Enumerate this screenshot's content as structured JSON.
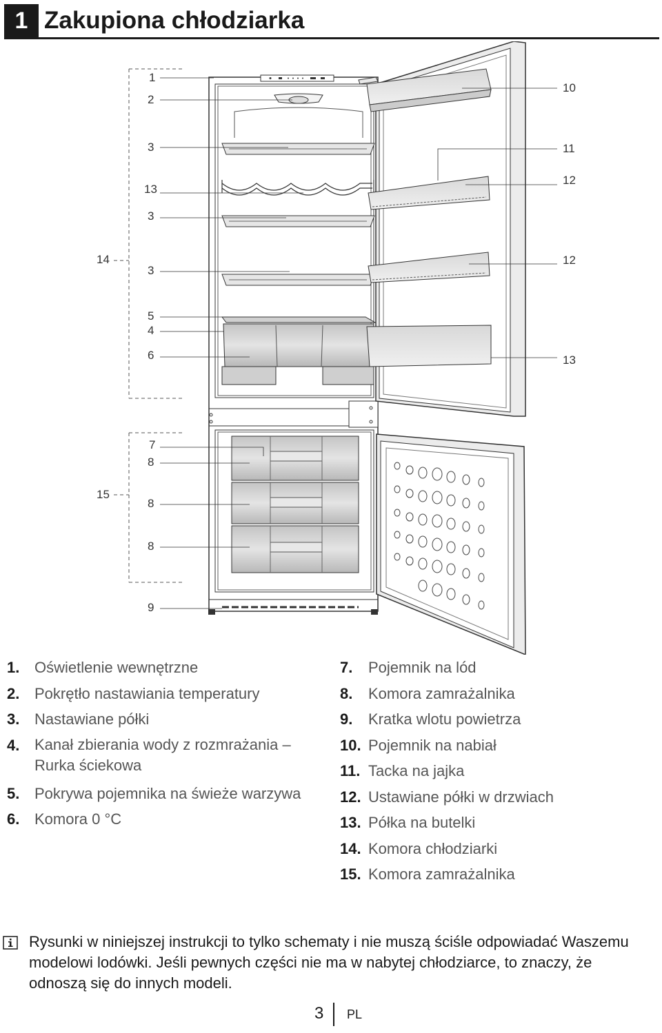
{
  "header": {
    "section_number": "1",
    "title": "Zakupiona chłodziarka"
  },
  "diagram": {
    "labels": {
      "l1": "1",
      "l2": "2",
      "l3a": "3",
      "l13a": "13",
      "l3b": "3",
      "l14": "14",
      "l3c": "3",
      "l5": "5",
      "l4": "4",
      "l6": "6",
      "l7": "7",
      "l8a": "8",
      "l15": "15",
      "l8b": "8",
      "l8c": "8",
      "l9": "9",
      "r10": "10",
      "r11": "11",
      "r12a": "12",
      "r12b": "12",
      "r13": "13"
    }
  },
  "parts_left": [
    {
      "num": "1.",
      "text": "Oświetlenie wewnętrzne"
    },
    {
      "num": "2.",
      "text": "Pokrętło nastawiania temperatury"
    },
    {
      "num": "3.",
      "text": "Nastawiane półki"
    },
    {
      "num": "4.",
      "text": "Kanał zbierania wody z rozmrażania – Rurka ściekowa"
    },
    {
      "num": "5.",
      "text": "Pokrywa pojemnika na świeże warzywa"
    },
    {
      "num": "6.",
      "text": "Komora 0 °C"
    }
  ],
  "parts_right": [
    {
      "num": "7.",
      "text": "Pojemnik na lód"
    },
    {
      "num": "8.",
      "text": "Komora zamrażalnika"
    },
    {
      "num": "9.",
      "text": "Kratka wlotu powietrza"
    },
    {
      "num": "10.",
      "text": "Pojemnik na nabiał"
    },
    {
      "num": "11.",
      "text": "Tacka na jajka"
    },
    {
      "num": "12.",
      "text": "Ustawiane półki w drzwiach"
    },
    {
      "num": "13.",
      "text": "Półka na butelki"
    },
    {
      "num": "14.",
      "text": "Komora chłodziarki"
    },
    {
      "num": "15.",
      "text": "Komora zamrażalnika"
    }
  ],
  "note": {
    "icon": "info-icon",
    "text": "Rysunki w niniejszej instrukcji to tylko schematy i nie muszą ściśle odpowiadać Waszemu modelowi lodówki. Jeśli pewnych części nie ma w nabytej chłodziarce, to znaczy, że odnoszą się do innych modeli."
  },
  "footer": {
    "page": "3",
    "lang": "PL"
  }
}
